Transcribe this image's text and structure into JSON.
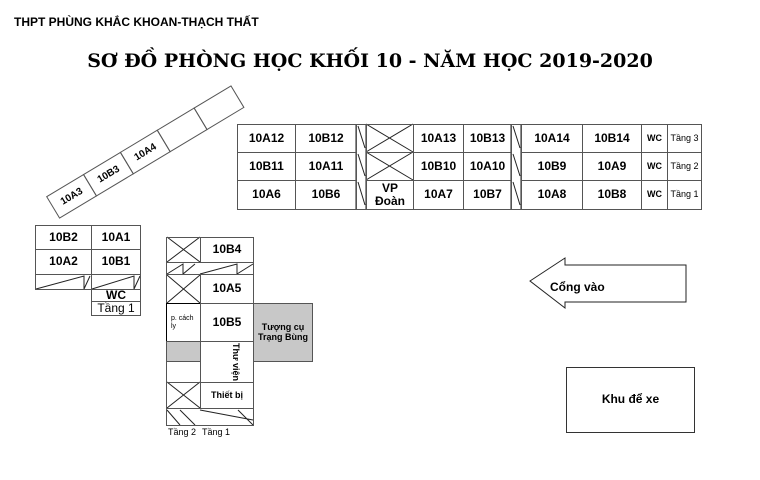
{
  "school": "THPT PHÙNG KHẮC KHOAN-THẠCH THẤT",
  "title": "SƠ ĐỒ PHÒNG HỌC KHỐI 10 - NĂM HỌC 2019-2020",
  "main_block": {
    "rows": [
      {
        "floor": "Tầng 3",
        "rooms": [
          "10A12",
          "10B12",
          "",
          "10A13",
          "10B13",
          "10A14",
          "10B14",
          "WC"
        ]
      },
      {
        "floor": "Tầng 2",
        "rooms": [
          "10B11",
          "10A11",
          "",
          "10B10",
          "10A10",
          "10B9",
          "10A9",
          "WC"
        ]
      },
      {
        "floor": "Tầng 1",
        "rooms": [
          "10A6",
          "10B6",
          "VP Đoàn",
          "10A7",
          "10B7",
          "10A8",
          "10B8",
          "WC"
        ]
      }
    ]
  },
  "diagonal_block": {
    "rooms": [
      "10A3",
      "10B3",
      "10A4",
      "",
      ""
    ]
  },
  "left_block": {
    "rooms": [
      "10B2",
      "10A1",
      "10A2",
      "10B1"
    ],
    "wc": "WC",
    "floor": "Tầng 1"
  },
  "middle_block": {
    "rooms": [
      "10B4",
      "10A5",
      "10B5"
    ],
    "isolation": "p. cách ly",
    "library": "Thư viện",
    "equipment": "Thiết bị",
    "floor_left": "Tầng 2",
    "floor_right": "Tầng 1"
  },
  "statue": "Tượng cụ Trạng Bùng",
  "gate": "Cổng vào",
  "parking": "Khu để xe"
}
